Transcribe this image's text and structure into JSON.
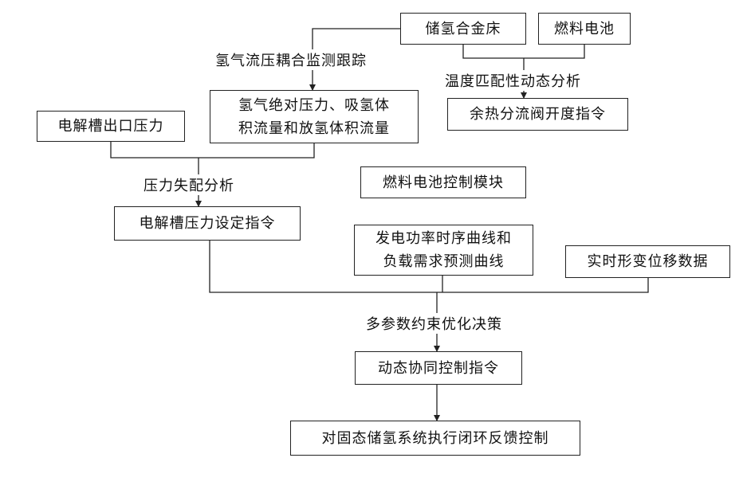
{
  "nodes": {
    "hydrogen_alloy_bed": "储氢合金床",
    "fuel_cell": "燃料电池",
    "hydrogen_pressure_flow": "氢气绝对压力、吸氢体\n积流量和放氢体积流量",
    "waste_heat_valve": "余热分流阀开度指令",
    "electrolyzer_outlet_pressure": "电解槽出口压力",
    "fuel_cell_control_module": "燃料电池控制模块",
    "electrolyzer_pressure_setpoint": "电解槽压力设定指令",
    "power_and_load_curves": "发电功率时序曲线和\n负载需求预测曲线",
    "realtime_displacement": "实时形变位移数据",
    "dynamic_control_command": "动态协同控制指令",
    "closed_loop_control": "对固态储氢系统执行闭环反馈控制"
  },
  "labels": {
    "hydrogen_coupling_monitor": "氢气流压耦合监测跟踪",
    "temperature_matching": "温度匹配性动态分析",
    "pressure_mismatch": "压力失配分析",
    "multi_param_optimization": "多参数约束优化决策"
  },
  "colors": {
    "line": "#222222",
    "text": "#111111"
  }
}
